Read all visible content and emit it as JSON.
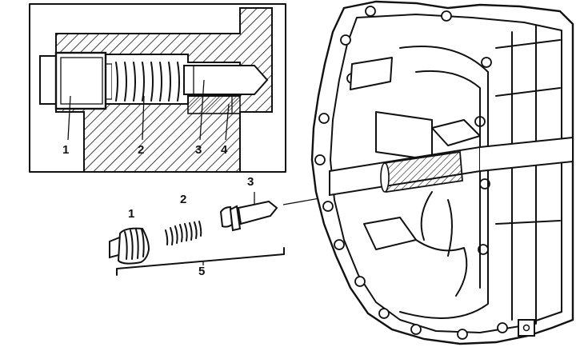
{
  "inset_callouts": [
    {
      "id": "callout-1",
      "text": "1"
    },
    {
      "id": "callout-2",
      "text": "2"
    },
    {
      "id": "callout-3",
      "text": "3"
    },
    {
      "id": "callout-4",
      "text": "4"
    }
  ],
  "exploded_callouts": {
    "plug": "1",
    "spring": "2",
    "plunger": "3",
    "group": "5"
  }
}
